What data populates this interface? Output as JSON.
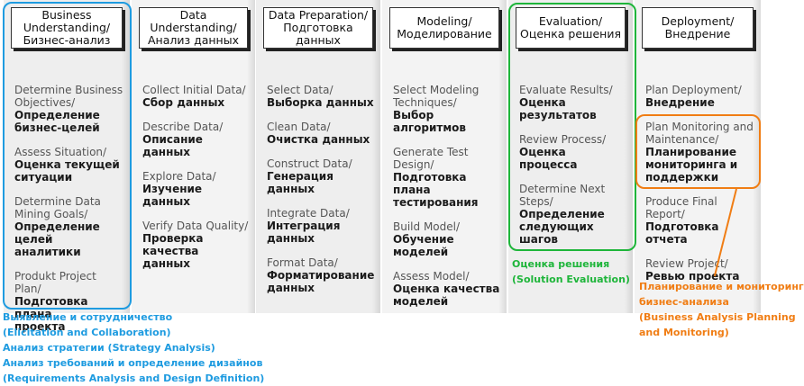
{
  "colors": {
    "blue": "#1e9be0",
    "green": "#1eb53a",
    "orange": "#f07d14",
    "column_bg": "#ededed"
  },
  "columns": [
    {
      "title": "Business\nUnderstanding/\nБизнес-анализ",
      "tasks": [
        {
          "en": "Determine Business\nObjectives/",
          "ru": "Определение\nбизнес-целей"
        },
        {
          "en": "Assess Situation/",
          "ru": "Оценка текущей\nситуации"
        },
        {
          "en": "Determine Data\nMining Goals/",
          "ru": "Определение целей\nаналитики"
        },
        {
          "en": "Produkt Project Plan/",
          "ru": "Подготовка плана\nпроекта"
        }
      ]
    },
    {
      "title": "Data\nUnderstanding/\nАнализ данных",
      "tasks": [
        {
          "en": "Collect Initial Data/",
          "ru": "Сбор данных"
        },
        {
          "en": "Describe Data/",
          "ru": "Описание данных"
        },
        {
          "en": "Explore Data/",
          "ru": "Изучение данных"
        },
        {
          "en": "Verify Data Quality/",
          "ru": "Проверка качества\nданных"
        }
      ]
    },
    {
      "title": "Data Preparation/\nПодготовка\nданных",
      "tasks": [
        {
          "en": "Select Data/",
          "ru": "Выборка данных"
        },
        {
          "en": "Clean Data/",
          "ru": "Очистка данных"
        },
        {
          "en": "Construct Data/",
          "ru": "Генерация данных"
        },
        {
          "en": "Integrate Data/",
          "ru": "Интеграция данных"
        },
        {
          "en": "Format Data/",
          "ru": "Форматирование\nданных"
        }
      ]
    },
    {
      "title": "Modeling/\nМоделирование",
      "tasks": [
        {
          "en": "Select Modeling\nTechniques/",
          "ru": "Выбор алгоритмов"
        },
        {
          "en": "Generate Test\nDesign/",
          "ru": "Подготовка плана\nтестирования"
        },
        {
          "en": "Build Model/",
          "ru": "Обучение моделей"
        },
        {
          "en": "Assess Model/",
          "ru": "Оценка качества\nмоделей"
        }
      ]
    },
    {
      "title": "Evaluation/\nОценка решения",
      "tasks": [
        {
          "en": "Evaluate Results/",
          "ru": "Оценка результатов"
        },
        {
          "en": "Review Process/",
          "ru": "Оценка процесса"
        },
        {
          "en": "Determine Next\nSteps/",
          "ru": "Определение\nследующих шагов"
        }
      ]
    },
    {
      "title": "Deployment/\nВнедрение",
      "tasks": [
        {
          "en": "Plan Deployment/",
          "ru": "Внедрение"
        },
        {
          "en": "Plan Monitoring and\nMaintenance/",
          "ru": "Планирование\nмониторинга и\nподдержки"
        },
        {
          "en": "Produce Final Report/",
          "ru": "Подготовка отчета"
        },
        {
          "en": "Review Project/",
          "ru": "Ревью проекта"
        }
      ]
    }
  ],
  "notes": {
    "blue": "Выявление и сотрудничество\n(Elicitation and Collaboration)\nАнализ стратегии (Strategy Analysis)\nАнализ требований и определение дизайнов\n(Requirements Analysis and Design Definition)",
    "green": "Оценка решения\n(Solution Evaluation)",
    "orange": "Планирование и мониторинг\nбизнес-анализа\n(Business Analysis Planning\nand Monitoring)"
  }
}
